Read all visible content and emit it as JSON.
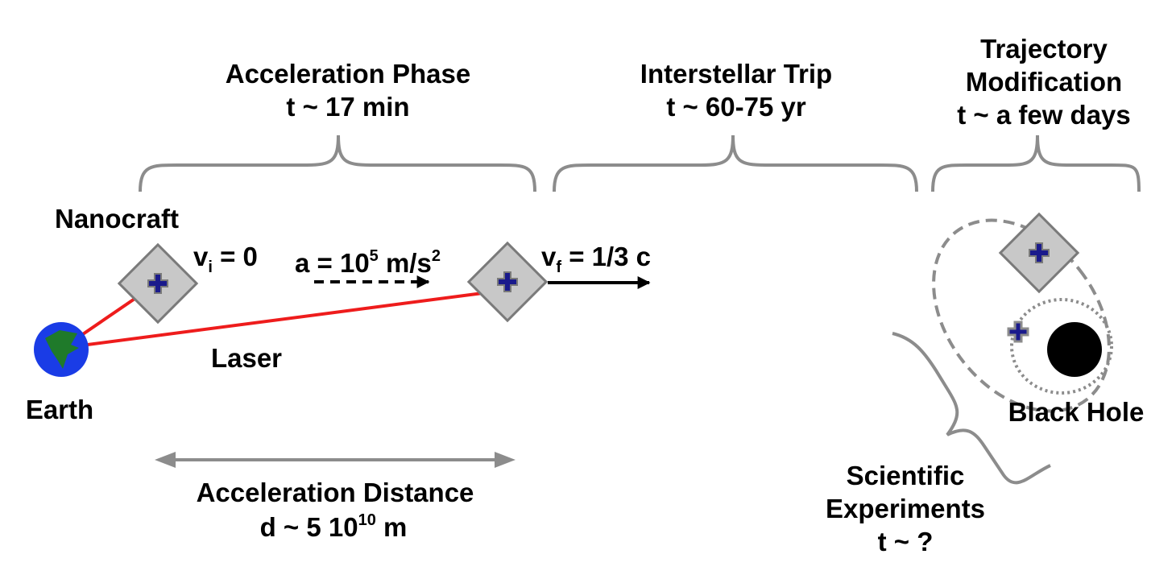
{
  "phases": {
    "acceleration": {
      "title": "Acceleration Phase",
      "time": "t ~ 17 min"
    },
    "interstellar": {
      "title": "Interstellar Trip",
      "time": "t ~ 60-75 yr"
    },
    "trajectory": {
      "line1": "Trajectory",
      "line2": "Modification",
      "time": "t ~ a few days"
    }
  },
  "labels": {
    "nanocraft": "Nanocraft",
    "earth": "Earth",
    "laser": "Laser",
    "black_hole": "Black Hole"
  },
  "velocity_initial": {
    "v": "v",
    "sub": "i",
    "rest": " = 0"
  },
  "acceleration_value": {
    "prefix": "a = 10",
    "exp": "5",
    "unit": " m/s",
    "unit_exp": "2"
  },
  "velocity_final": {
    "v": "v",
    "sub": "f",
    "rest": " = 1/3 c"
  },
  "distance": {
    "title": "Acceleration Distance",
    "prefix": "d ~ 5 10",
    "exp": "10",
    "unit": " m"
  },
  "experiments": {
    "line1": "Scientific",
    "line2": "Experiments",
    "time": "t ~ ?"
  },
  "colors": {
    "bracket": "#8c8c8c",
    "laser": "#ee1c1c",
    "craft_fill": "#c8c8c8",
    "craft_edge": "#7a7a7a",
    "craft_core": "#1a1a8c",
    "earth_ocean": "#1a3ce6",
    "earth_land": "#1f7a2a",
    "distance_arrow": "#8c8c8c",
    "orbit": "#8c8c8c",
    "black_hole": "#000000"
  },
  "icons": [
    "nanocraft-icon",
    "earth-icon",
    "black-hole-icon"
  ]
}
